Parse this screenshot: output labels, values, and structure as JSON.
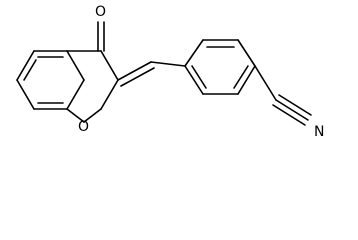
{
  "molecule": {
    "atoms": {
      "carbonyl_oxygen": "O",
      "ring_oxygen": "O",
      "nitrile_nitrogen": "N"
    },
    "colors": {
      "ink": "#000000",
      "background": "#ffffff"
    }
  }
}
